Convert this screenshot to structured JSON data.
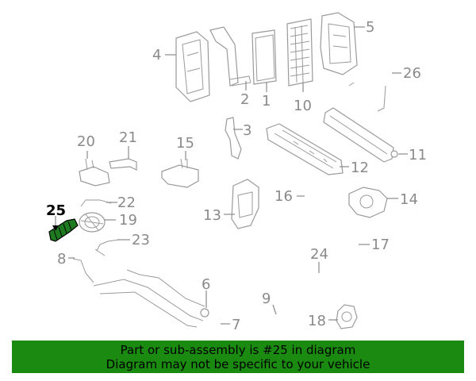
{
  "labels": {
    "p1": "1",
    "p2": "2",
    "p3": "3",
    "p4": "4",
    "p5": "5",
    "p6": "6",
    "p7": "7",
    "p8": "8",
    "p9": "9",
    "p10": "10",
    "p11": "11",
    "p12": "12",
    "p13": "13",
    "p14": "14",
    "p15": "15",
    "p16": "16",
    "p17": "17",
    "p18": "18",
    "p19": "19",
    "p20": "20",
    "p21": "21",
    "p22": "22",
    "p23": "23",
    "p24": "24",
    "p25": "25",
    "p26": "26"
  },
  "highlight_color": "#1e7a1e",
  "banner": {
    "line1": "Part or sub-assembly is #25 in diagram",
    "line2": "Diagram may not be specific to your vehicle",
    "color": "#1a8a10"
  }
}
